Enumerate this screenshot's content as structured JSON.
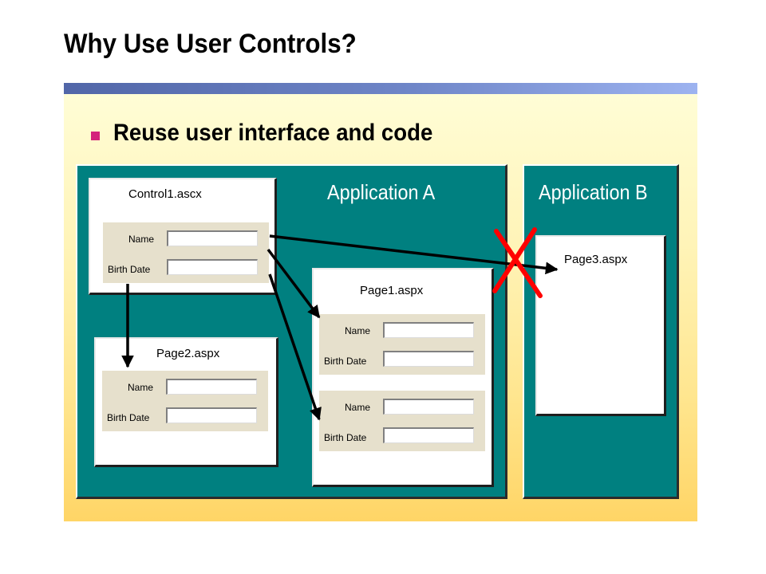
{
  "slide": {
    "title": "Why Use User Controls?",
    "bullet": "Reuse user interface and code"
  },
  "diagram": {
    "application_a": "Application A",
    "application_b": "Application B",
    "control": "Control1.ascx",
    "page1": "Page1.aspx",
    "page2": "Page2.aspx",
    "page3": "Page3.aspx",
    "form": {
      "name_label": "Name",
      "birth_label": "Birth Date"
    }
  },
  "colors": {
    "app_bg": "#008080",
    "bullet": "#d4237b",
    "cross": "#ff0000",
    "arrow": "#000000"
  }
}
